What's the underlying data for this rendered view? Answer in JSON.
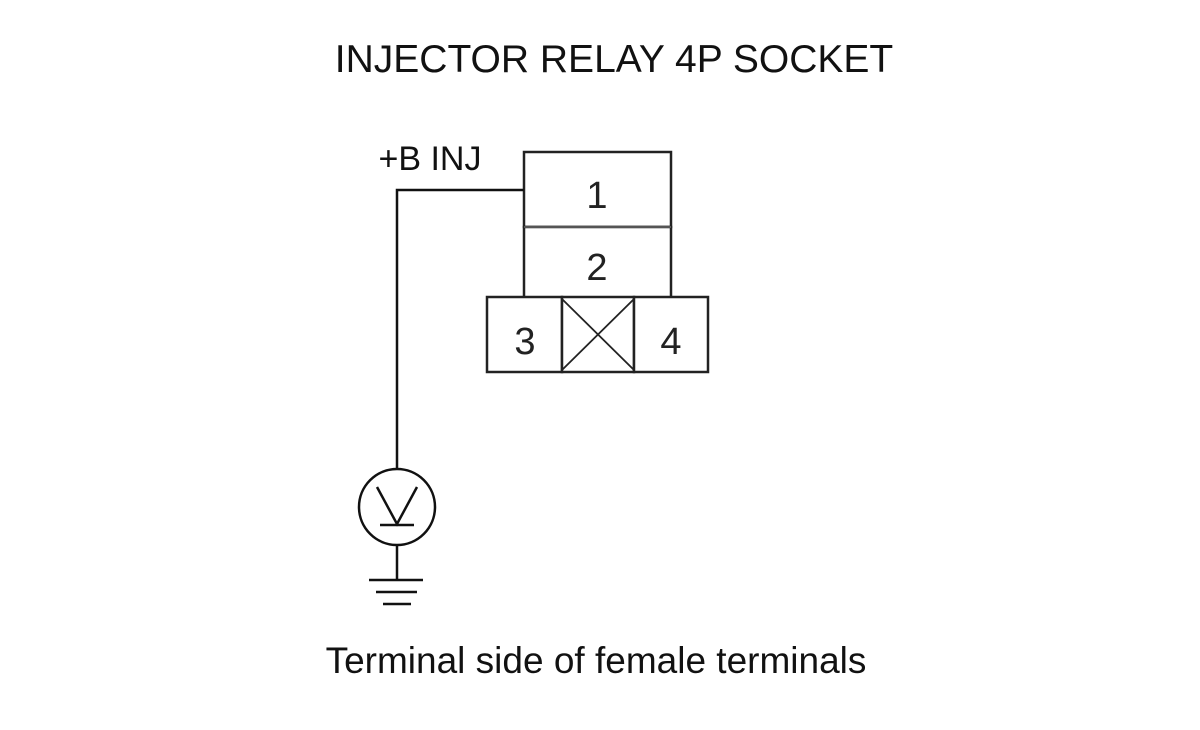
{
  "title": "INJECTOR RELAY 4P SOCKET",
  "wire_label": "+B INJ",
  "terminals": [
    {
      "number": "1"
    },
    {
      "number": "2"
    },
    {
      "number": "3"
    },
    {
      "number": "4"
    }
  ],
  "caption": "Terminal side of female terminals",
  "icons": [
    "voltmeter-icon",
    "ground-icon"
  ]
}
